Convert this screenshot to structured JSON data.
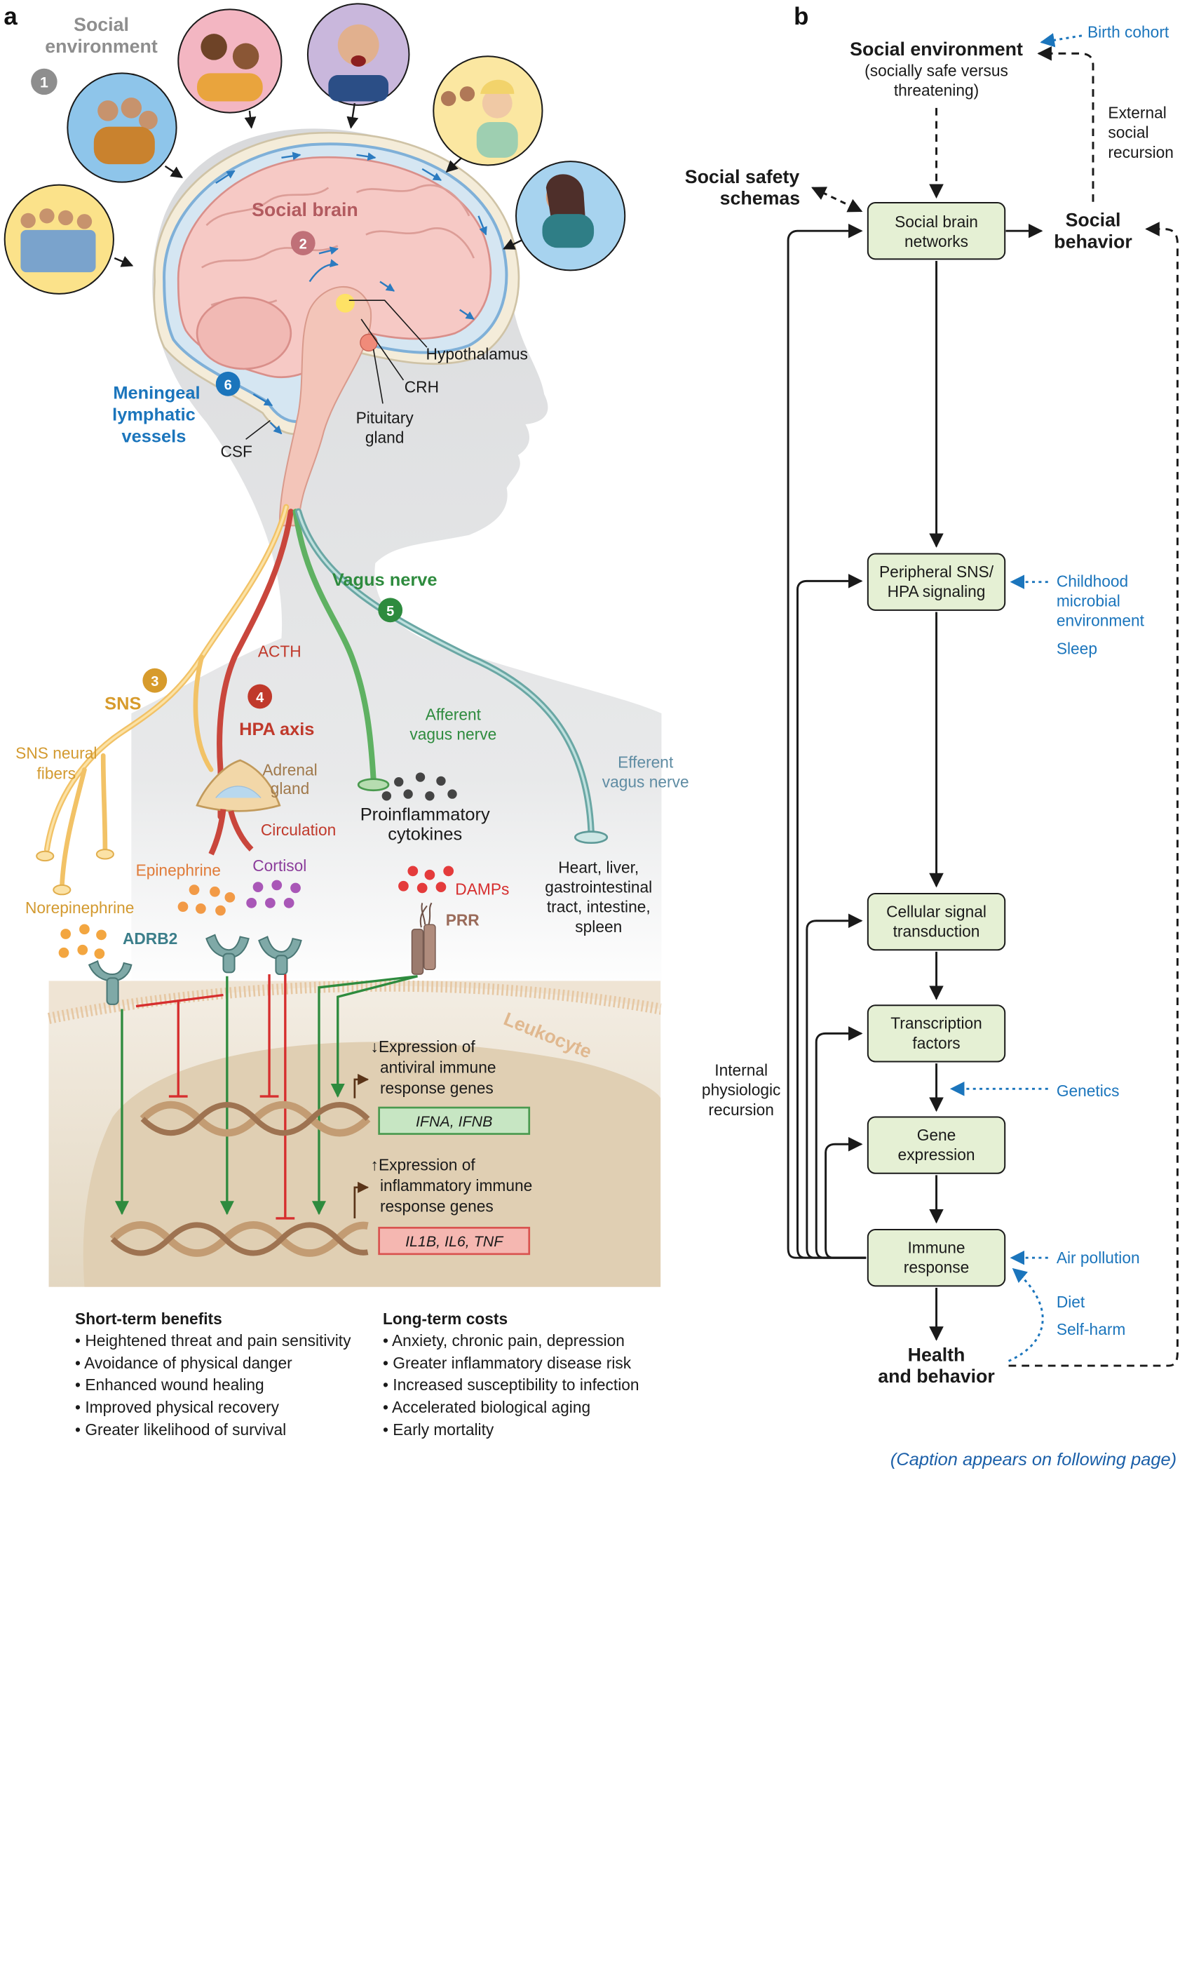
{
  "panel_a": {
    "letter": "a",
    "social_env": [
      "Social",
      "environment"
    ],
    "num1": "1",
    "social_brain": "Social brain",
    "num2": "2",
    "hypothalamus": "Hypothalamus",
    "crh": "CRH",
    "pituitary": [
      "Pituitary",
      "gland"
    ],
    "meningeal": [
      "Meningeal",
      "lymphatic",
      "vessels"
    ],
    "num6": "6",
    "csf": "CSF",
    "vagus": "Vagus nerve",
    "num5": "5",
    "acth": "ACTH",
    "num3": "3",
    "sns": "SNS",
    "num4": "4",
    "hpa": "HPA axis",
    "sns_fibers": [
      "SNS neural",
      "fibers"
    ],
    "adrenal": [
      "Adrenal",
      "gland"
    ],
    "circulation": "Circulation",
    "afferent": [
      "Afferent",
      "vagus nerve"
    ],
    "efferent": [
      "Efferent",
      "vagus nerve"
    ],
    "cytokines": [
      "Proinflammatory",
      "cytokines"
    ],
    "organs": [
      "Heart, liver,",
      "gastrointestinal",
      "tract, intestine,",
      "spleen"
    ],
    "epinephrine": "Epinephrine",
    "cortisol": "Cortisol",
    "damps": "DAMPs",
    "prr": "PRR",
    "norepinephrine": "Norepinephrine",
    "adrb2": "ADRB2",
    "leukocyte": "Leukocyte",
    "antiviral": [
      "↓Expression of",
      "antiviral immune",
      "response genes"
    ],
    "antiviral_genes": "IFNA, IFNB",
    "inflammatory": [
      "↑Expression of",
      "inflammatory immune",
      "response genes"
    ],
    "inflammatory_genes": "IL1B, IL6, TNF",
    "benefits_title": "Short-term benefits",
    "benefits": [
      "• Heightened threat and pain sensitivity",
      "• Avoidance of physical danger",
      "• Enhanced wound healing",
      "• Improved physical recovery",
      "• Greater likelihood of survival"
    ],
    "costs_title": "Long-term costs",
    "costs": [
      "• Anxiety, chronic pain, depression",
      "• Greater inflammatory disease risk",
      "• Increased susceptibility to infection",
      "• Accelerated biological aging",
      "• Early mortality"
    ]
  },
  "panel_b": {
    "letter": "b",
    "social_env_title": "Social environment",
    "social_env_sub": [
      "(socially safe versus",
      "threatening)"
    ],
    "birth_cohort": "Birth cohort",
    "external": [
      "External",
      "social",
      "recursion"
    ],
    "safety": [
      "Social safety",
      "schemas"
    ],
    "social_behavior": [
      "Social",
      "behavior"
    ],
    "box_brain": [
      "Social brain",
      "networks"
    ],
    "box_sns": [
      "Peripheral SNS/",
      "HPA signaling"
    ],
    "childhood": [
      "Childhood",
      "microbial",
      "environment"
    ],
    "sleep": "Sleep",
    "box_cell": [
      "Cellular signal",
      "transduction"
    ],
    "box_tf": [
      "Transcription",
      "factors"
    ],
    "internal": [
      "Internal",
      "physiologic",
      "recursion"
    ],
    "genetics": "Genetics",
    "box_gene": [
      "Gene",
      "expression"
    ],
    "box_immune": [
      "Immune",
      "response"
    ],
    "air": "Air pollution",
    "diet": "Diet",
    "selfharm": "Self-harm",
    "health": [
      "Health",
      "and behavior"
    ]
  },
  "caption_note": "(Caption appears on following page)"
}
